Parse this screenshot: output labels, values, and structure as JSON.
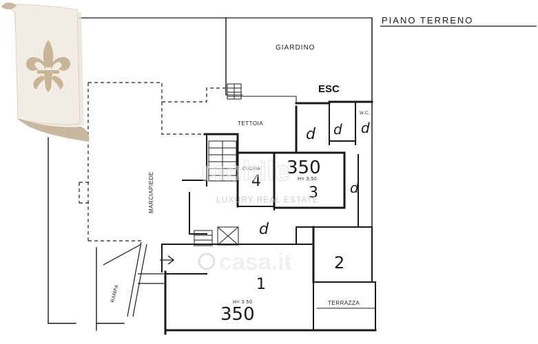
{
  "plan": {
    "title": "PIANO TERRENO",
    "labels": {
      "garden": "GIARDINO",
      "canopy": "TETTOIA",
      "driveway": "MARCIAPIEDE",
      "terrace": "TERRAZZA",
      "exit": "ESC",
      "kitchen": "CUCINA",
      "ramp": "RAMPA",
      "wc": "W.C."
    },
    "heights": {
      "room1": "H= 3.50",
      "room3": "H= 3.50"
    },
    "markers": {
      "m350_top": "350",
      "m350_bottom": "350",
      "room1": "1",
      "room2": "2",
      "room3": "3",
      "room4": "4",
      "d1": "d",
      "d2": "d",
      "d3": "d",
      "d4": "d",
      "d5": "d"
    }
  },
  "watermark": {
    "brand_top": "mobile",
    "brand_sub": "LUXURY REAL ESTATE",
    "portal": "casa.it"
  },
  "colors": {
    "line": "#1a1a1a",
    "paper": "#ffffff",
    "scroll": "#f1ece4",
    "scroll_edge": "#c9b8a0",
    "lily": "#c8b596"
  }
}
